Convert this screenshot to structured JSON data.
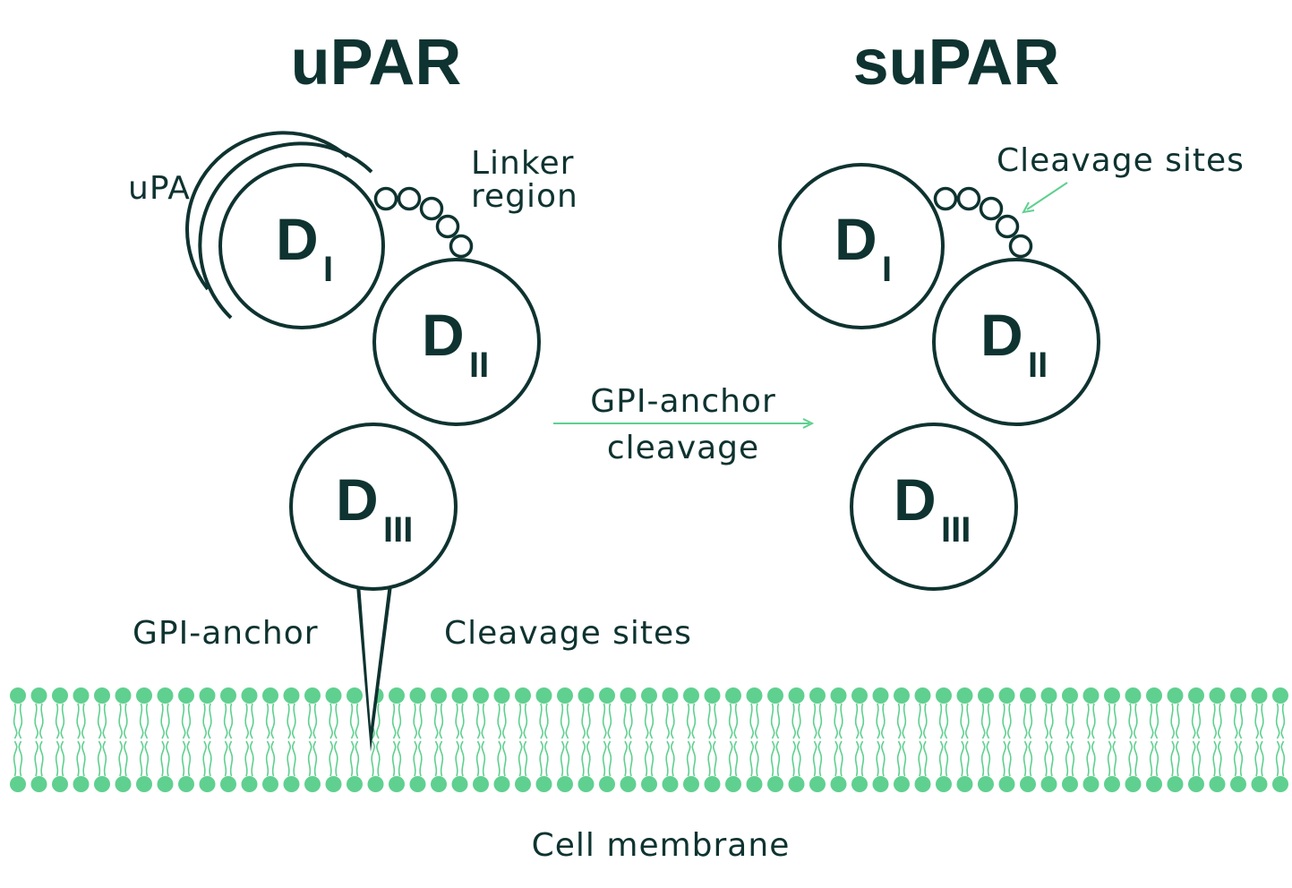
{
  "titles": {
    "left": "uPAR",
    "right": "suPAR"
  },
  "labels": {
    "upa": "uPA",
    "linker_line1": "Linker",
    "linker_line2": "region",
    "gpi_anchor": "GPI-anchor",
    "cleavage_sites_bottom": "Cleavage sites",
    "cleavage_sites_top": "Cleavage sites",
    "arrow_line1": "GPI-anchor",
    "arrow_line2": "cleavage",
    "membrane": "Cell membrane"
  },
  "domains": {
    "letter": "D",
    "d1_sub": "I",
    "d2_sub": "II",
    "d3_sub": "III"
  },
  "colors": {
    "dark": "#0e3330",
    "green": "#5fd08f",
    "background": "#ffffff"
  }
}
